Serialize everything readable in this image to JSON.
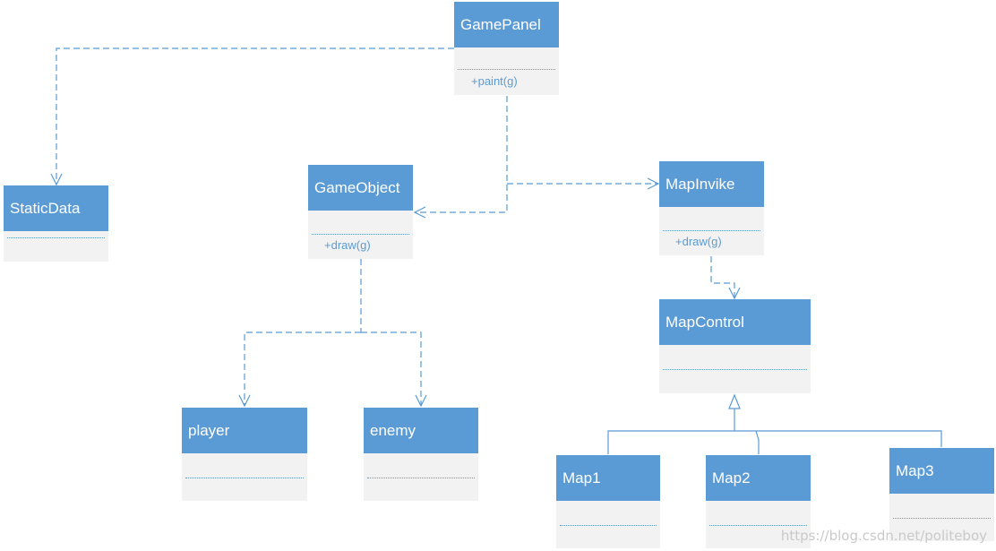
{
  "diagram": {
    "colors": {
      "header": "#5b9bd5",
      "body": "#f2f2f2",
      "line": "#5b9bd5",
      "text": "#ffffff"
    },
    "classes": {
      "gamepanel": {
        "name": "GamePanel",
        "operation": "+paint(g)"
      },
      "staticdata": {
        "name": "StaticData"
      },
      "gameobject": {
        "name": "GameObject",
        "operation": "+draw(g)"
      },
      "mapinvike": {
        "name": "MapInvike",
        "operation": "+draw(g)"
      },
      "mapcontrol": {
        "name": "MapControl"
      },
      "player": {
        "name": "player"
      },
      "enemy": {
        "name": "enemy"
      },
      "map1": {
        "name": "Map1"
      },
      "map2": {
        "name": "Map2"
      },
      "map3": {
        "name": "Map3"
      }
    },
    "relations": [
      {
        "from": "GamePanel",
        "to": "StaticData",
        "type": "dependency"
      },
      {
        "from": "GamePanel",
        "to": "GameObject",
        "type": "dependency"
      },
      {
        "from": "GamePanel",
        "to": "MapInvike",
        "type": "dependency"
      },
      {
        "from": "GameObject",
        "to": "player",
        "type": "dependency"
      },
      {
        "from": "GameObject",
        "to": "enemy",
        "type": "dependency"
      },
      {
        "from": "MapInvike",
        "to": "MapControl",
        "type": "dependency"
      },
      {
        "from": "Map1",
        "to": "MapControl",
        "type": "generalization"
      },
      {
        "from": "Map2",
        "to": "MapControl",
        "type": "generalization"
      },
      {
        "from": "Map3",
        "to": "MapControl",
        "type": "generalization"
      }
    ]
  },
  "watermark": "https://blog.csdn.net/politeboy"
}
